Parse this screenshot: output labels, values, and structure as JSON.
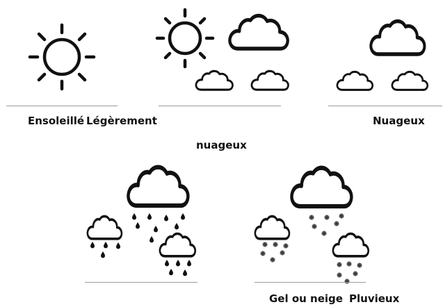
{
  "captions": {
    "sunny": "Ensoleillé",
    "partly_a": "Légèrement",
    "partly_b": "nuageux",
    "cloudy": "Nuageux",
    "frost_snow": "Gel ou neige",
    "rainy": "Pluvieux"
  },
  "icons": {
    "sunny": "sun-icon",
    "partly": "sun-behind-clouds-icon",
    "cloudy": "clouds-icon",
    "rainy": "rain-clouds-icon",
    "frost_snow": "snow-clouds-icon"
  },
  "colors": {
    "stroke": "#111111",
    "divider": "#9a9a9a",
    "snowflake": "#555555"
  }
}
